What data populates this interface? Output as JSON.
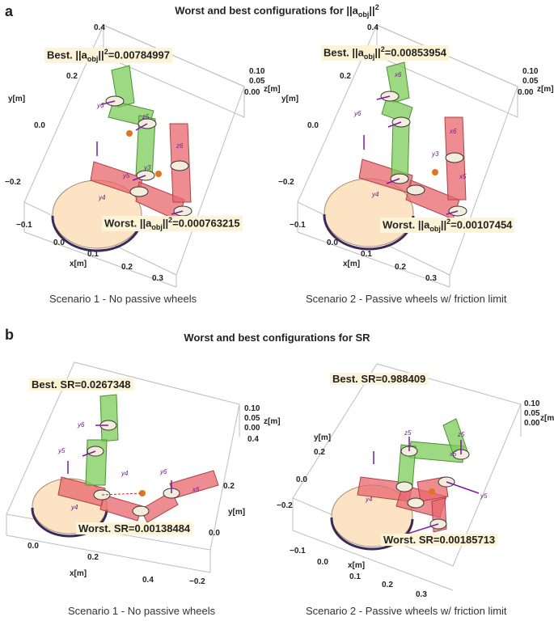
{
  "panel_a": {
    "letter": "a",
    "title_prefix": "Worst and best configurations for ||a",
    "title_sub": "obj",
    "title_suffix": "||",
    "title_sup": "2",
    "left": {
      "best_prefix": "Best. ||a",
      "best_sub": "obj",
      "best_mid": "||",
      "best_sup": "2",
      "best_value": "=0.00784997",
      "worst_prefix": "Worst. ||a",
      "worst_sub": "obj",
      "worst_mid": "||",
      "worst_sup": "2",
      "worst_value": "=0.000763215",
      "caption": "Scenario 1 -  No passive wheels",
      "y_ticks": [
        "0.4",
        "0.2",
        "0.0",
        "−0.2"
      ],
      "x_ticks": [
        "−0.1",
        "0.0",
        "0.1",
        "0.2",
        "0.3"
      ],
      "z_ticks": [
        "0.10",
        "0.05",
        "0.00"
      ],
      "y_label": "y[m]",
      "x_label": "x[m]",
      "z_label": "z[m]"
    },
    "right": {
      "best_prefix": "Best. ||a",
      "best_sub": "obj",
      "best_mid": "||",
      "best_sup": "2",
      "best_value": "=0.00853954",
      "worst_prefix": "Worst. ||a",
      "worst_sub": "obj",
      "worst_mid": "||",
      "worst_sup": "2",
      "worst_value": "=0.00107454",
      "caption": "Scenario 2 -  Passive wheels w/ friction limit",
      "y_ticks": [
        "0.4",
        "0.2",
        "0.0",
        "−0.2"
      ],
      "x_ticks": [
        "−0.1",
        "0.0",
        "0.1",
        "0.2",
        "0.3"
      ],
      "z_ticks": [
        "0.10",
        "0.05",
        "0.00"
      ],
      "y_label": "y[m]",
      "x_label": "x[m]",
      "z_label": "z[m]"
    }
  },
  "panel_b": {
    "letter": "b",
    "title": "Worst and best configurations for SR",
    "left": {
      "best": "Best. SR=0.0267348",
      "worst": "Worst. SR=0.00138484",
      "caption": "Scenario 1 -  No passive wheels",
      "y_ticks": [
        "0.4",
        "0.2",
        "0.0",
        "−0.2"
      ],
      "x_ticks": [
        "0.0",
        "0.2",
        "0.4"
      ],
      "z_ticks": [
        "0.10",
        "0.05",
        "0.00"
      ],
      "y_label": "y[m]",
      "x_label": "x[m]",
      "z_label": "z[m]"
    },
    "right": {
      "best": "Best. SR=0.988409",
      "worst": "Worst. SR=0.00185713",
      "caption": "Scenario 2 -  Passive wheels w/ friction limit",
      "y_ticks": [
        "0.2",
        "0.0",
        "−0.2"
      ],
      "x_ticks": [
        "−0.1",
        "0.0",
        "0.1",
        "0.2",
        "0.3"
      ],
      "z_ticks": [
        "0.10",
        "0.05",
        "0.00"
      ],
      "y_label": "y[m]",
      "x_label": "x[m]",
      "z_label": "z[m]"
    }
  },
  "frame_labels": {
    "y4": "y4",
    "y5": "y5",
    "y6": "y6",
    "z5": "z5",
    "z6": "z6",
    "x5": "x5",
    "x6": "x6",
    "y3": "y3"
  },
  "colors": {
    "best_link": "#7ccc5a",
    "worst_link": "#e8676c",
    "base_disc": "#fbe3c4",
    "frame_arrow": "#7a1aa0",
    "object_ball": "#e0751f",
    "box_edge": "#bdbdbd"
  }
}
